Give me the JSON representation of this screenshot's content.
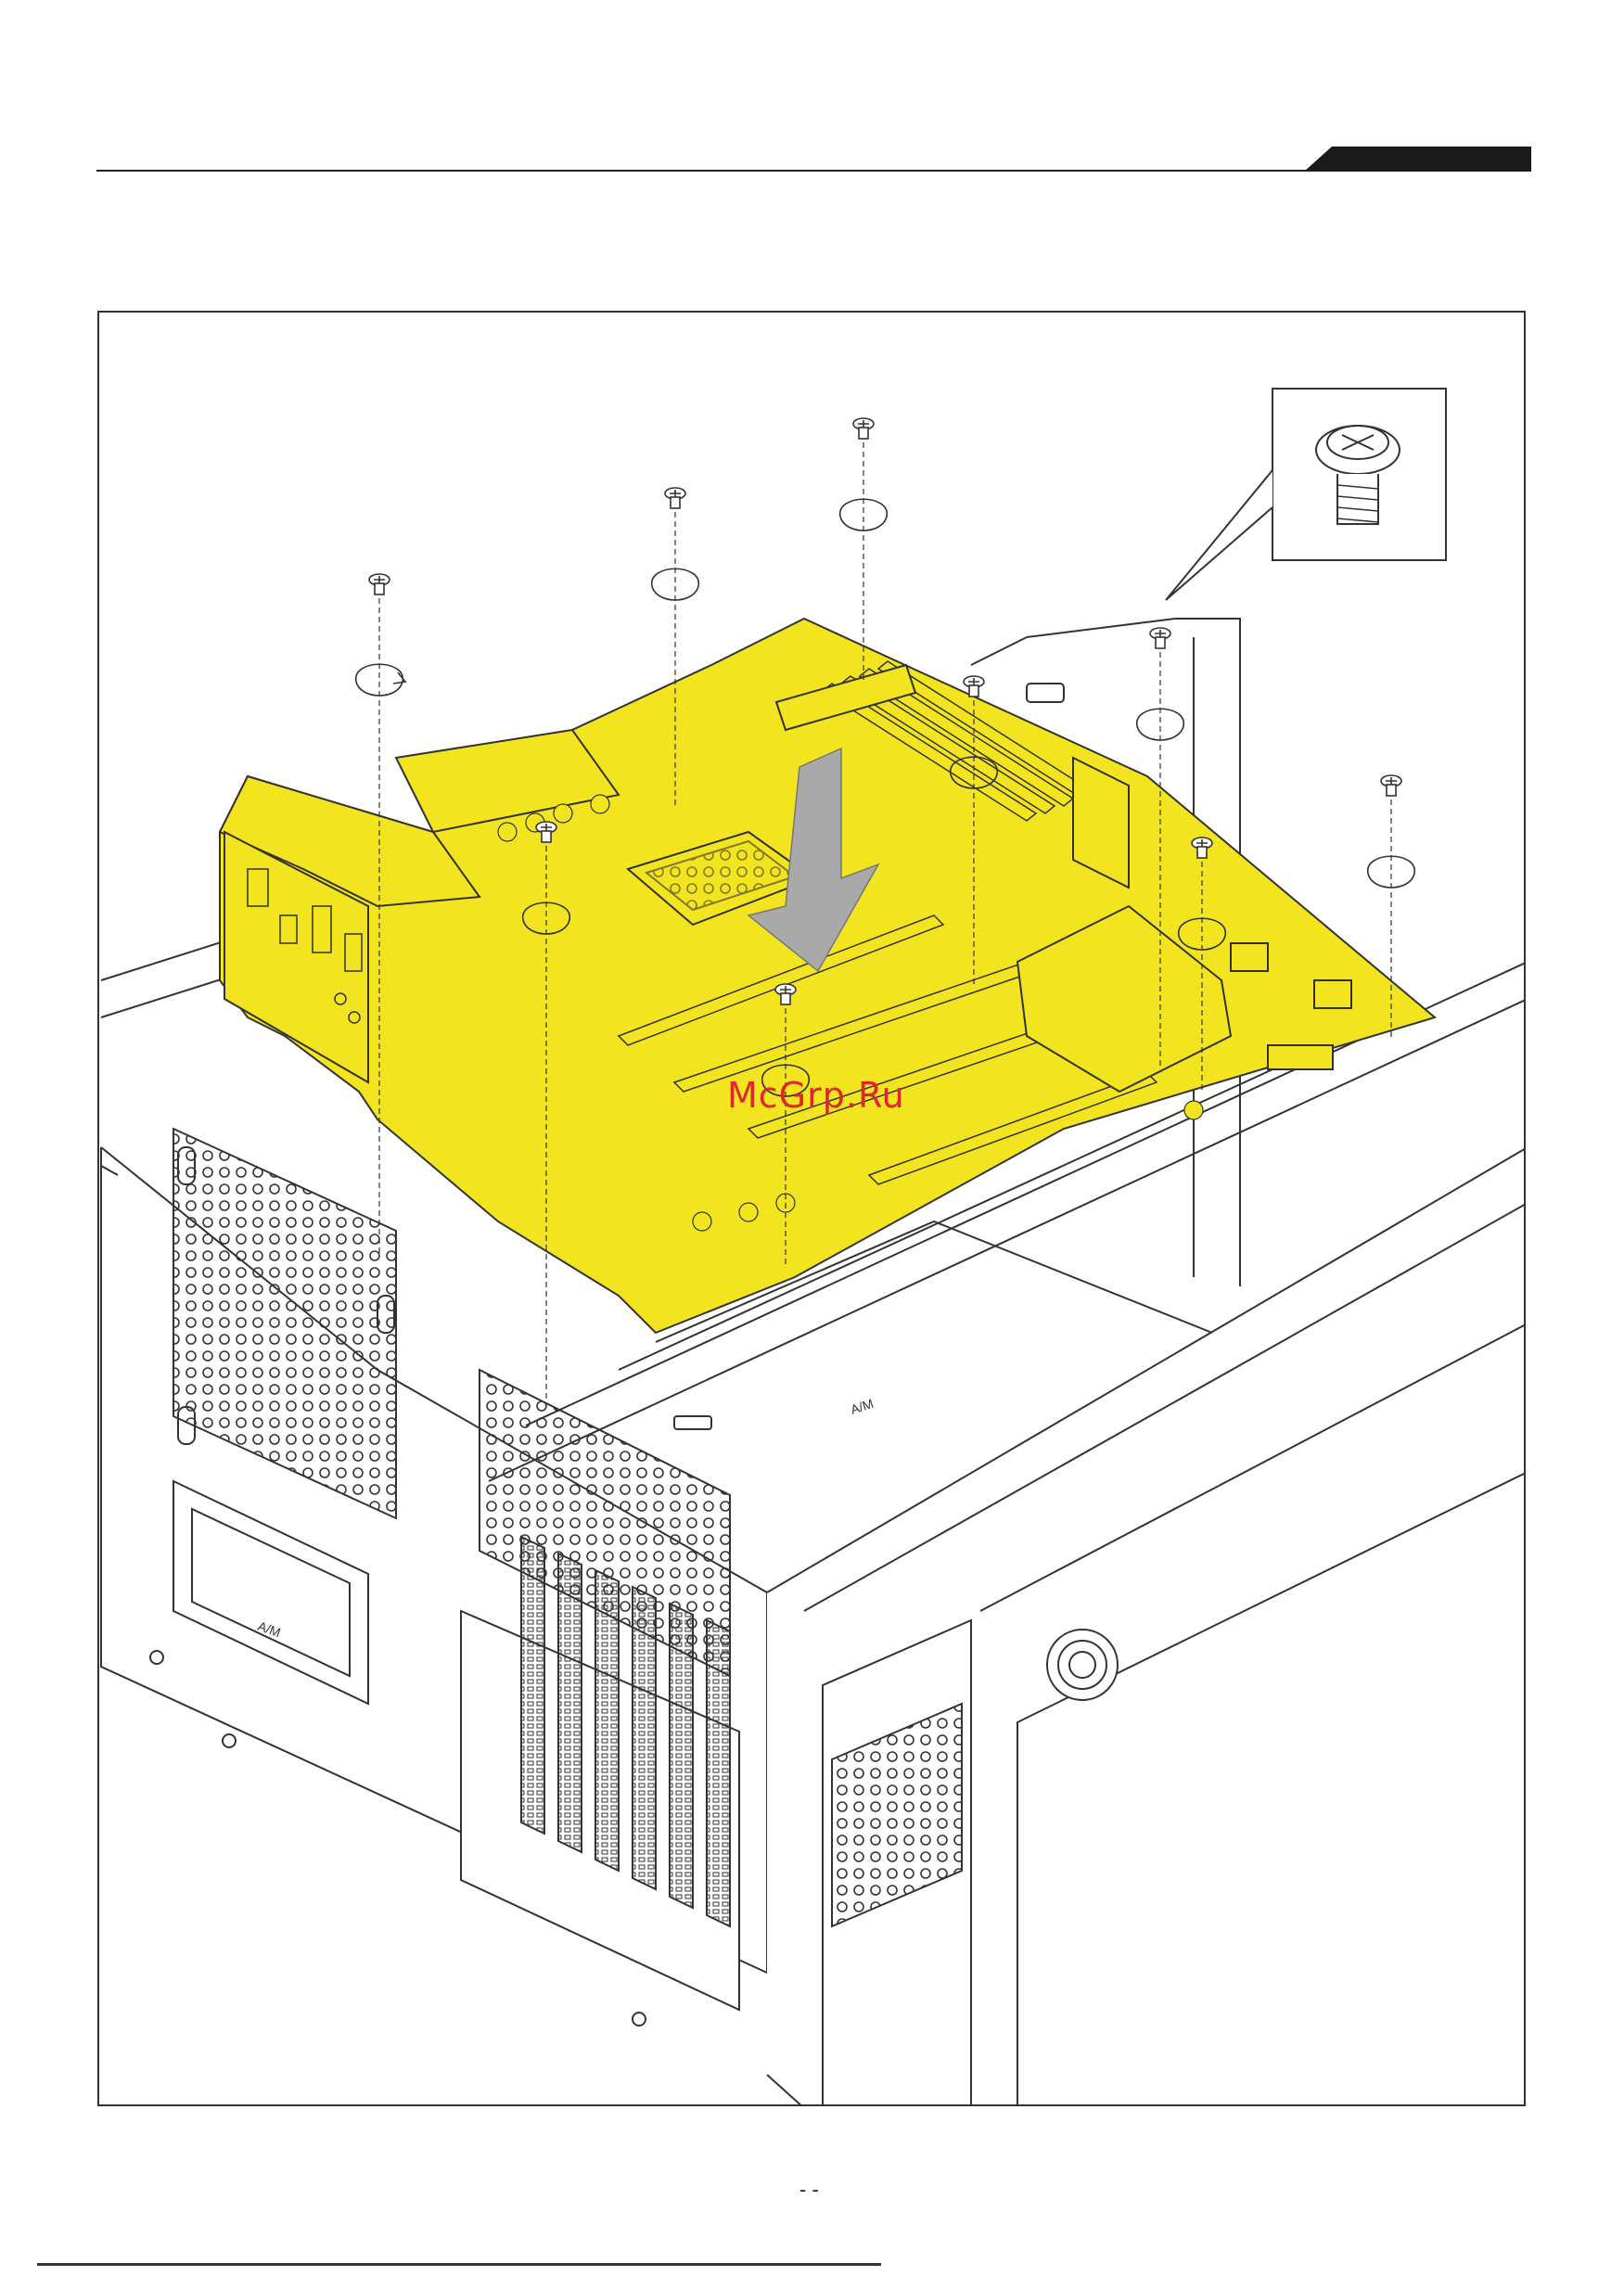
{
  "page": {
    "watermark_text": "McGrp.Ru",
    "page_number": "- -",
    "stamp_text": "A/M"
  },
  "colors": {
    "motherboard": "#f2e51f",
    "line": "#333333",
    "arrow": "#a9a9a9",
    "watermark": "#e0262b",
    "header_tab": "#1a1a1a"
  },
  "illustration": {
    "subject": "motherboard-installation",
    "screw_count": 9,
    "icons": [
      "screw-icon",
      "rotate-clockwise-icon",
      "down-arrow-icon",
      "screw-detail-callout"
    ]
  }
}
